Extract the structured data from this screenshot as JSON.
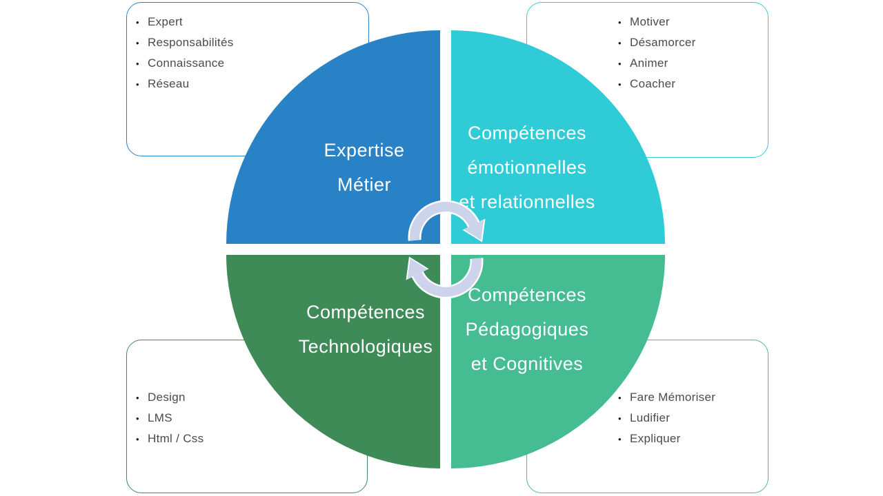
{
  "diagram_title": "",
  "quadrants": {
    "top_left": {
      "label_lines": [
        "Expertise",
        "Métier"
      ],
      "color": "#2a82c6"
    },
    "top_right": {
      "label_lines": [
        "Compétences",
        "émotionnelles",
        "et relationnelles"
      ],
      "color": "#2fccd7"
    },
    "bottom_left": {
      "label_lines": [
        "Compétences",
        "Technologiques"
      ],
      "color": "#3e8b58"
    },
    "bottom_right": {
      "label_lines": [
        "Compétences",
        "Pédagogiques",
        "et Cognitives"
      ],
      "color": "#45bc92"
    }
  },
  "cards": {
    "top_left": {
      "border_color": "#2a82c6",
      "items": [
        "Expert",
        "Responsabilités",
        "Connaissance",
        "Réseau"
      ]
    },
    "top_right": {
      "border_color": "#2fccd7",
      "items": [
        "Motiver",
        "Désamorcer",
        "Animer",
        "Coacher"
      ]
    },
    "bottom_left": {
      "border_color": "#3e8b58",
      "items": [
        "Design",
        "LMS",
        "Html / Css"
      ]
    },
    "bottom_right": {
      "border_color": "#45bc92",
      "items": [
        "Fare Mémoriser",
        "Ludifier",
        "Expliquer"
      ]
    }
  },
  "icons": {
    "cycle_arrows": "two curved clockwise rotation arrows",
    "cycle_arrows_color": "#ccd3ea"
  },
  "colors": {
    "background": "#ffffff",
    "label_text": "#ffffff",
    "list_text": "#4a4a4a"
  }
}
